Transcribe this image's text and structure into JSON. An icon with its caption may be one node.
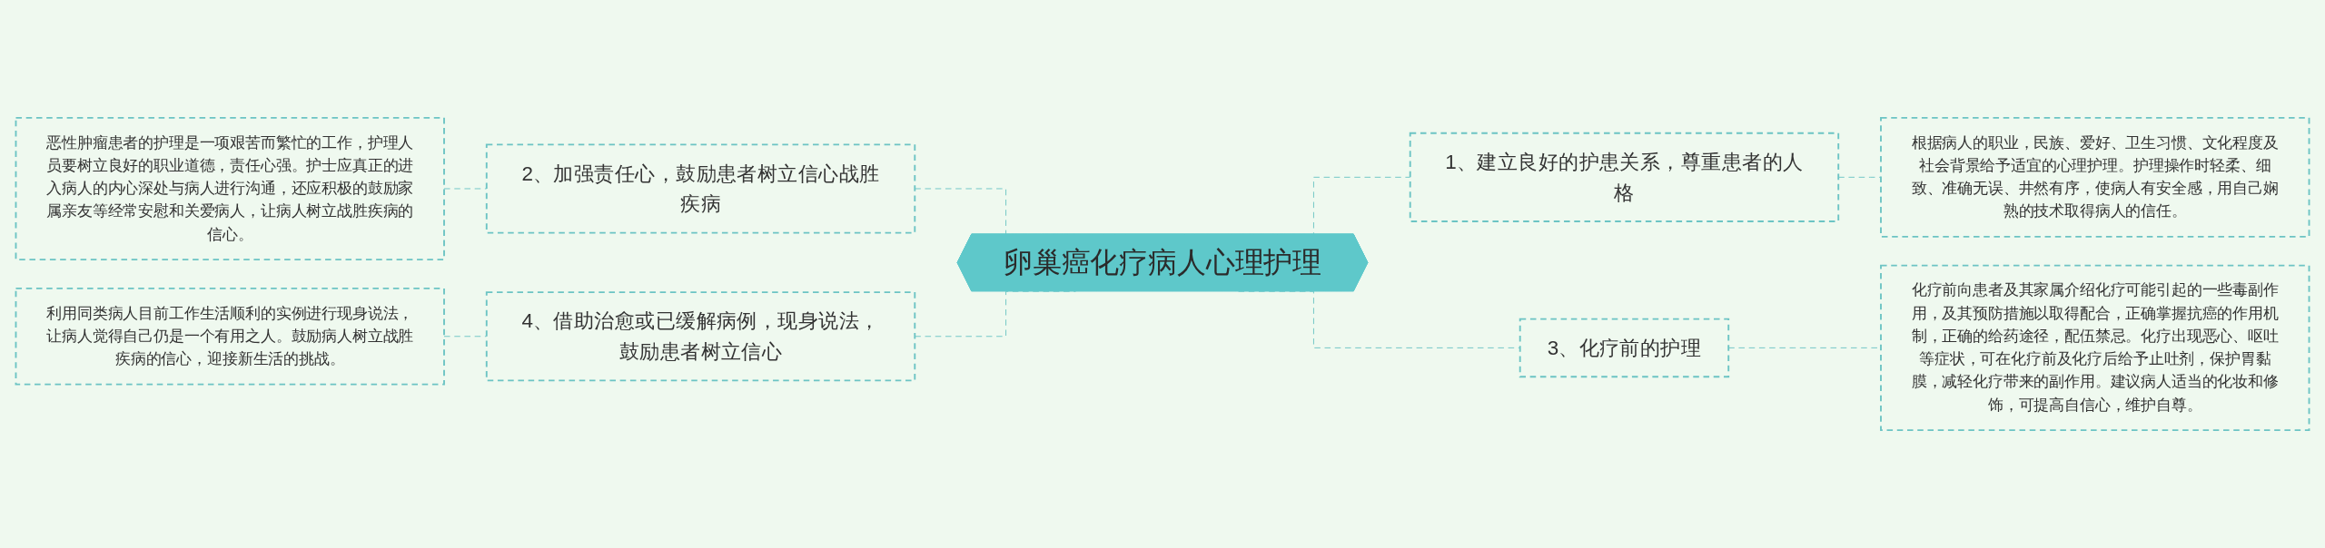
{
  "diagram": {
    "nodes": [
      {
        "text": [
          "卵巢癌化疗病人心理护理"
        ]
      },
      {
        "text": [
          "1、建立良好的护患关系，尊重患者的人格"
        ]
      },
      {
        "text": [
          "根据病人的职业，民族、爱好、卫生习惯、文化程度及社会背景给予适宜的心理护理。护理操作时轻柔、细致、准确无误、井然有序，使病人有安全感，用自己娴熟的技术取得病人的信任。"
        ]
      },
      {
        "text": [
          "2、加强责任心，鼓励患者树立信心战胜疾病"
        ]
      },
      {
        "text": [
          "恶性肿瘤患者的护理是一项艰苦而繁忙的工作，护理人员要树立良好的职业道德，责任心强。护士应真正的进入病人的内心深处与病人进行沟通，还应积极的鼓励家属亲友等经常安慰和关爱病人，让病人树立战胜疾病的信心。"
        ]
      },
      {
        "text": [
          "3、化疗前的护理"
        ]
      },
      {
        "text": [
          "化疗前向患者及其家属介绍化疗可能引起的一些毒副作用，及其预防措施以取得配合，正确掌握抗癌的作用机制，正确的给药途径，配伍禁忌。化疗出现恶心、呕吐等症状，可在化疗前及化疗后给予止吐剂，保护胃黏膜，减轻化疗带来的副作用。建议病人适当的化妆和修饰，可提高自信心，维护自尊。"
        ]
      },
      {
        "text": [
          "4、借助治愈或已缓解病例，现身说法，鼓励患者树立信心"
        ]
      },
      {
        "text": [
          "利用同类病人目前工作生活顺利的实例进行现身说法，让病人觉得自己仍是一个有用之人。鼓励病人树立战胜疾病的信心，迎接新生活的挑战。"
        ]
      }
    ],
    "edges": [
      {
        "from": 0,
        "to": 1,
        "arrow": "none",
        "style": "dashed"
      },
      {
        "from": 1,
        "to": 2,
        "arrow": "none",
        "style": "dashed"
      },
      {
        "from": 0,
        "to": 3,
        "arrow": "none",
        "style": "dashed"
      },
      {
        "from": 3,
        "to": 4,
        "arrow": "none",
        "style": "dashed"
      },
      {
        "from": 0,
        "to": 5,
        "arrow": "none",
        "style": "dashed"
      },
      {
        "from": 5,
        "to": 6,
        "arrow": "none",
        "style": "dashed"
      },
      {
        "from": 0,
        "to": 7,
        "arrow": "none",
        "style": "dashed"
      },
      {
        "from": 7,
        "to": 8,
        "arrow": "none",
        "style": "dashed"
      }
    ]
  }
}
